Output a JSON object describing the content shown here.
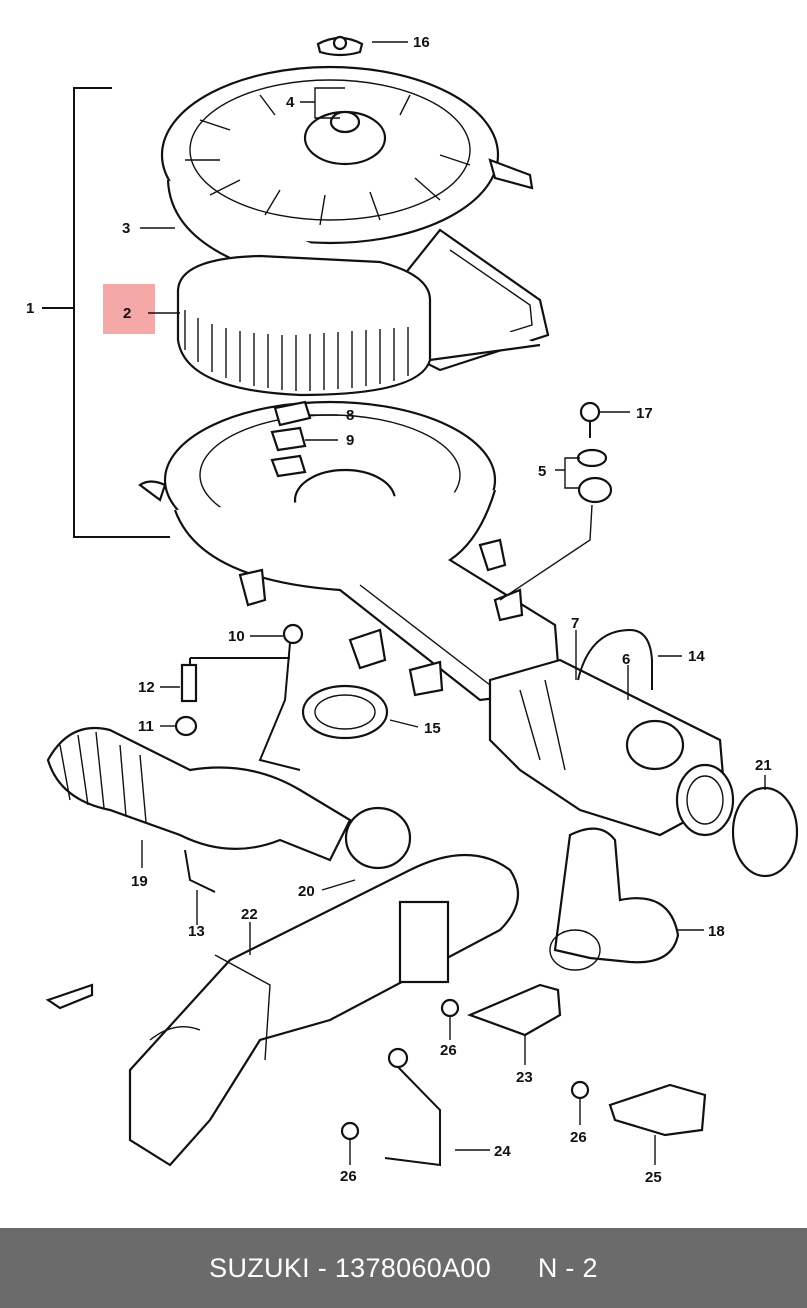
{
  "diagram": {
    "callouts": [
      "1",
      "2",
      "3",
      "4",
      "5",
      "6",
      "7",
      "8",
      "9",
      "10",
      "11",
      "12",
      "13",
      "14",
      "15",
      "16",
      "17",
      "18",
      "19",
      "20",
      "21",
      "22",
      "23",
      "24",
      "25",
      "26",
      "26",
      "26"
    ],
    "highlighted_callout": "2",
    "highlight_color": "#f28b8b"
  },
  "footer": {
    "brand": "SUZUKI",
    "separator": " - ",
    "part_number": "1378060A00",
    "position_ref": "N - 2",
    "background": "#6b6b6b"
  }
}
